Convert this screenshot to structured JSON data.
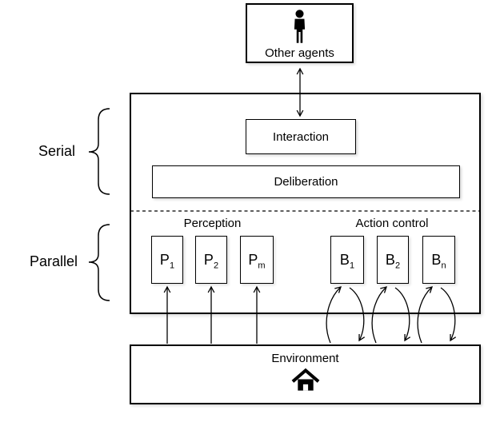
{
  "diagram": {
    "other_agents": {
      "label": "Other agents",
      "icon": "person-icon"
    },
    "agent": {
      "interaction": {
        "label": "Interaction"
      },
      "deliberation": {
        "label": "Deliberation"
      },
      "perception": {
        "label": "Perception",
        "units": [
          {
            "base": "P",
            "sub": "1"
          },
          {
            "base": "P",
            "sub": "2"
          },
          {
            "base": "P",
            "sub": "m"
          }
        ]
      },
      "action_control": {
        "label": "Action control",
        "units": [
          {
            "base": "B",
            "sub": "1"
          },
          {
            "base": "B",
            "sub": "2"
          },
          {
            "base": "B",
            "sub": "n"
          }
        ]
      }
    },
    "environment": {
      "label": "Environment",
      "icon": "house-icon"
    },
    "annotations": {
      "serial": "Serial",
      "parallel": "Parallel"
    },
    "colors": {
      "line": "#000000",
      "background": "#ffffff",
      "text": "#000000"
    }
  }
}
